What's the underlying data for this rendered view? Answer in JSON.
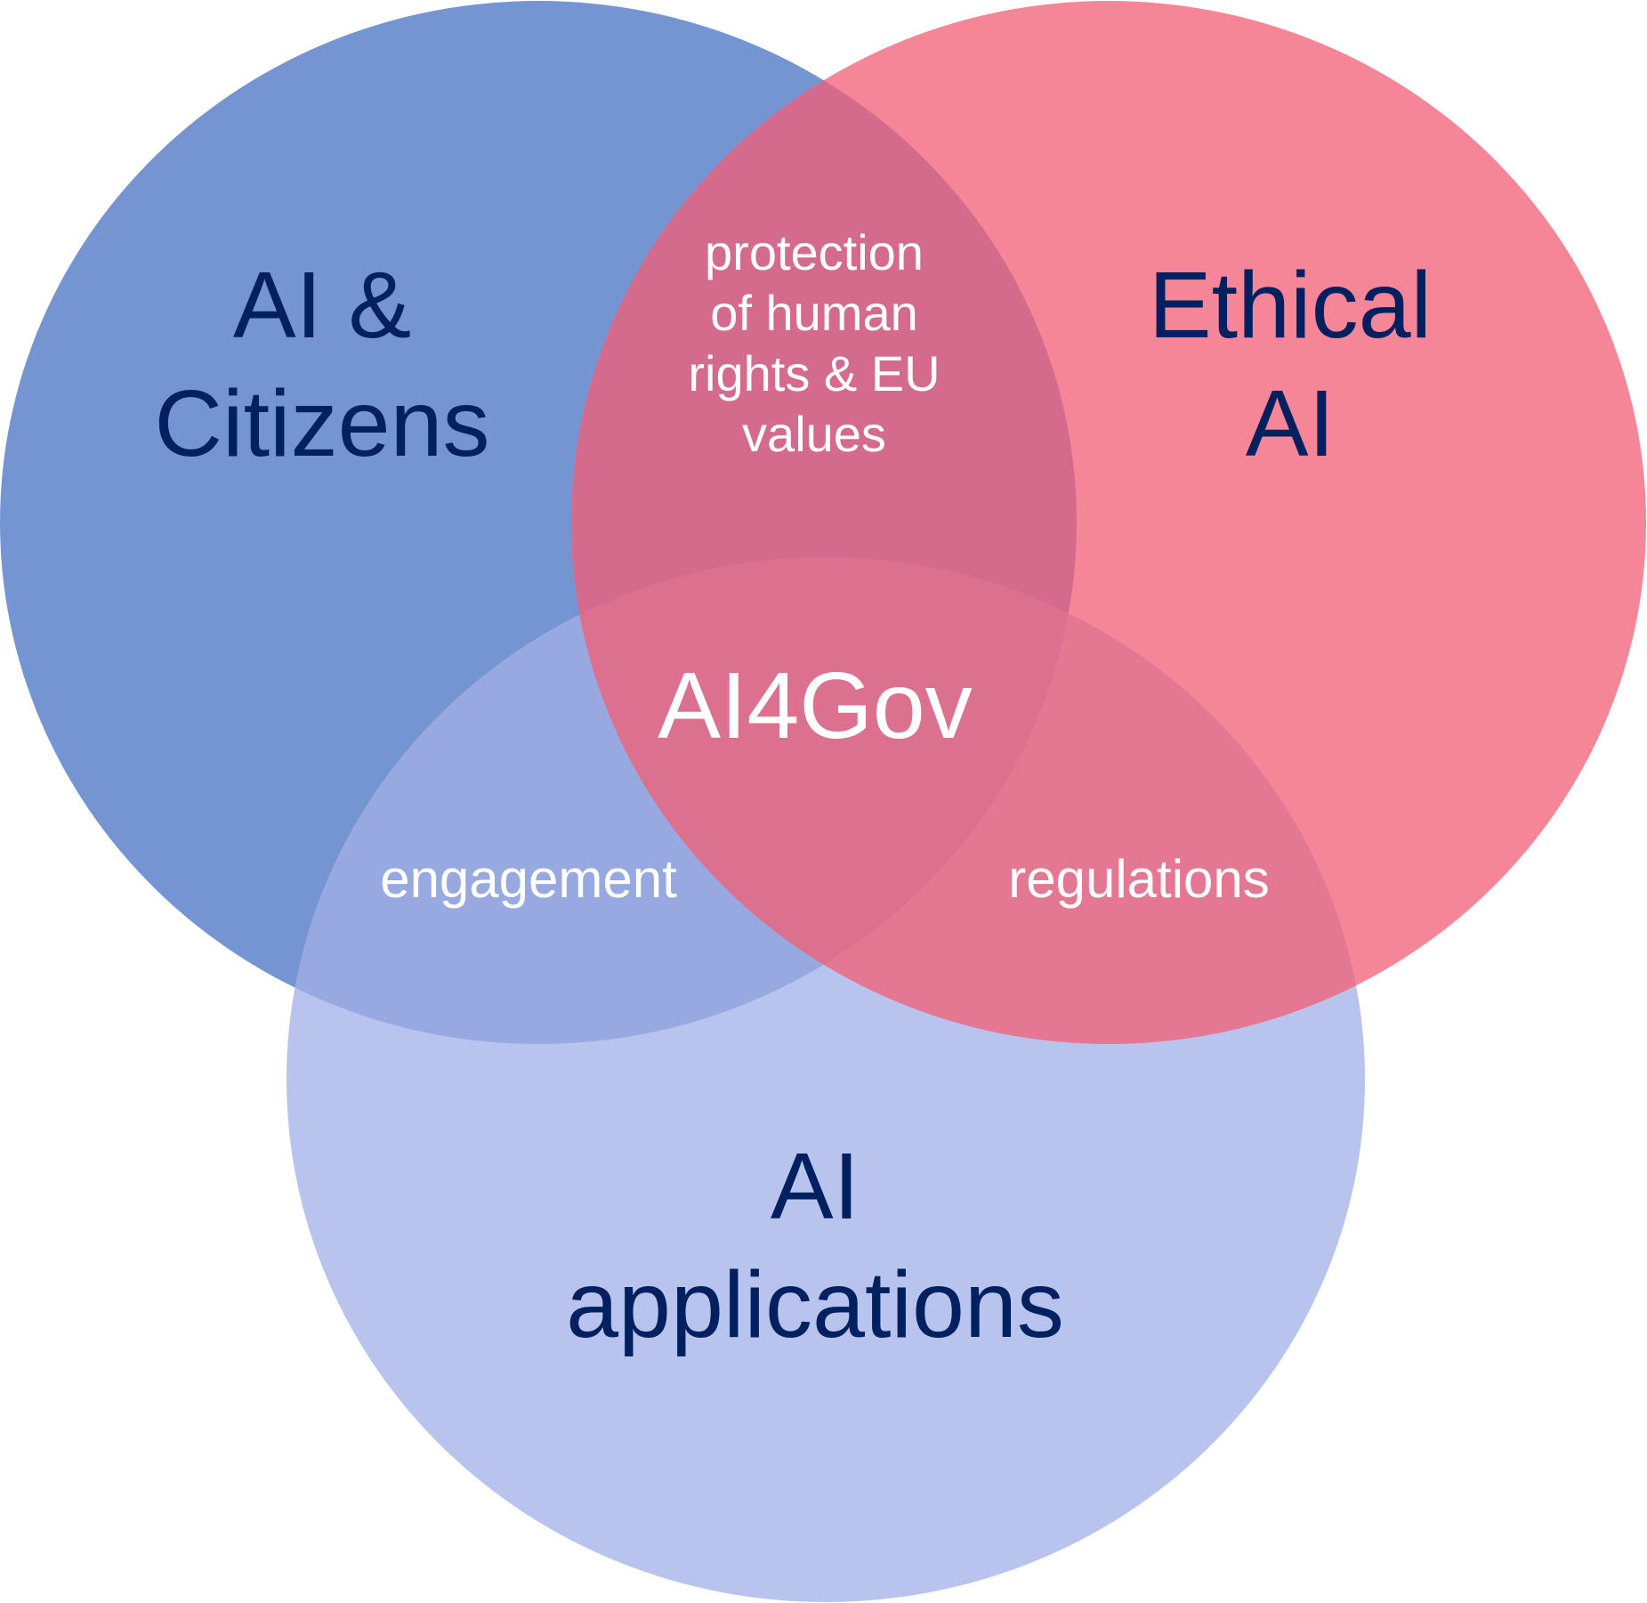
{
  "colors": {
    "set_citizens": "#7595D2",
    "set_ethical": "#F58697",
    "set_applications": "#B9C4EE",
    "overlap_citizens_ethical": "#D46A8C",
    "overlap_citizens_applications": "#98A9E1",
    "overlap_ethical_applications": "#E47792",
    "overlap_all": "#DB718F",
    "label_dark": "#00205F",
    "label_light": "#FFFFFF"
  },
  "sets": [
    {
      "id": "citizens",
      "lines": [
        "AI &",
        "Citizens"
      ]
    },
    {
      "id": "ethical",
      "lines": [
        "Ethical",
        "AI"
      ]
    },
    {
      "id": "applications",
      "lines": [
        "AI",
        "applications"
      ]
    }
  ],
  "intersections": {
    "citizens_ethical": [
      "protection",
      "of human",
      "rights & EU",
      "values"
    ],
    "citizens_applications": "engagement",
    "ethical_applications": "regulations",
    "center": "AI4Gov"
  }
}
